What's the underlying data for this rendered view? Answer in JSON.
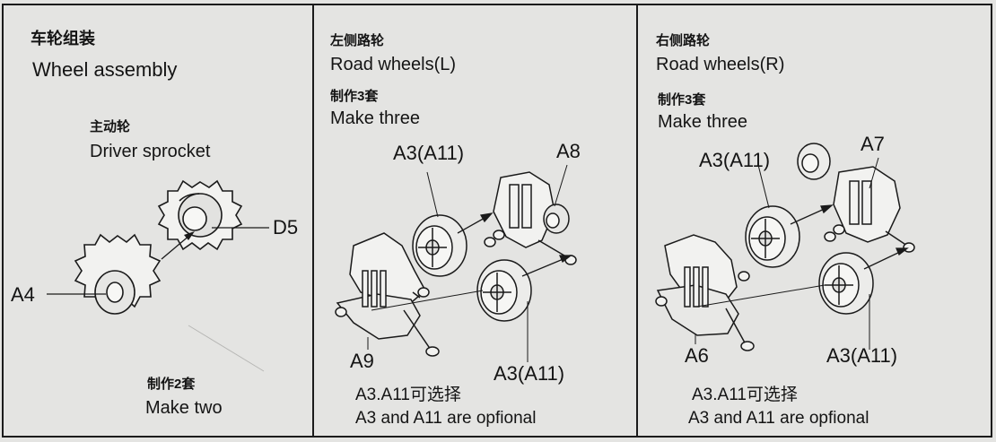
{
  "wheel_panel": {
    "title_cn": "车轮组装",
    "title_en": "Wheel assembly",
    "sprocket_cn": "主动轮",
    "sprocket_en": "Driver sprocket",
    "label_d5": "D5",
    "label_a4": "A4",
    "qty_cn": "制作2套",
    "qty_en": "Make two"
  },
  "left_panel": {
    "title_cn": "左侧路轮",
    "title_en": "Road wheels(L)",
    "qty_cn": "制作3套",
    "qty_en": "Make three",
    "label_top_wheel": "A3(A11)",
    "label_a8": "A8",
    "label_a9": "A9",
    "label_bottom_wheel": "A3(A11)",
    "note_cn": "A3.A11可选择",
    "note_en": "A3 and A11 are opfional"
  },
  "right_panel": {
    "title_cn": "右侧路轮",
    "title_en": "Road wheels(R)",
    "qty_cn": "制作3套",
    "qty_en": "Make three",
    "label_top_wheel": "A3(A11)",
    "label_a7": "A7",
    "label_a6": "A6",
    "label_bottom_wheel": "A3(A11)",
    "note_cn": "A3.A11可选择",
    "note_en": "A3 and A11 are opfional"
  }
}
